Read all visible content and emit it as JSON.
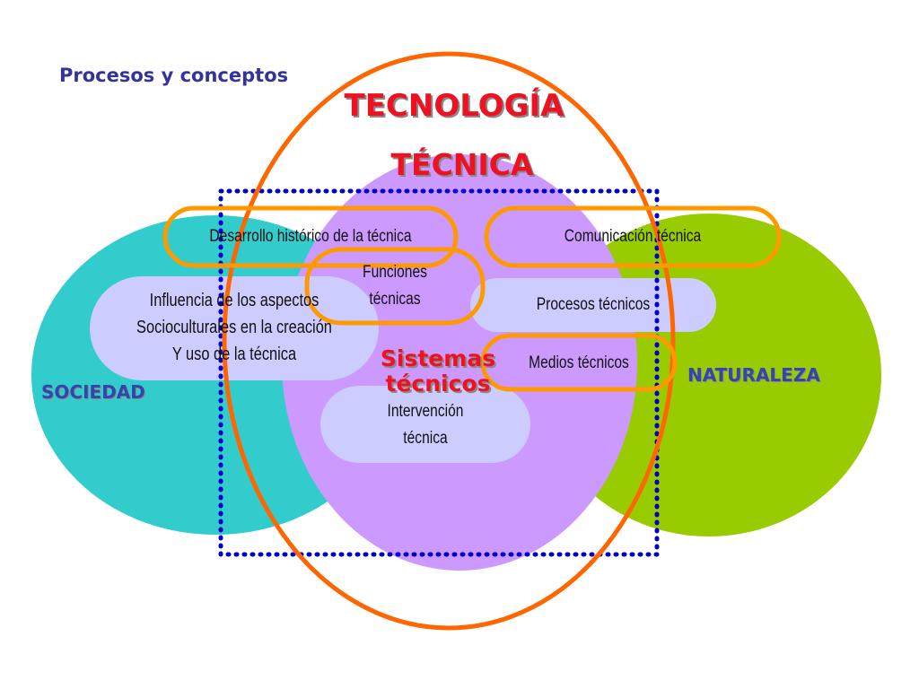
{
  "title": "Procesos y conceptos",
  "labels": {
    "tecnologia": "TECNOLOGÍA",
    "tecnica": "TÉCNICA",
    "sistemas_line1": "Sistemas",
    "sistemas_line2": "técnicos",
    "sociedad": "SOCIEDAD",
    "naturaleza": "NATURALEZA"
  },
  "items": {
    "desarrollo": "Desarrollo histórico de la técnica",
    "comunicacion": "Comunicación  técnica",
    "funciones_line1": "Funciones",
    "funciones_line2": "técnicas",
    "influencia_line1": "Influencia de los aspectos",
    "influencia_line2": "Socioculturales en la creación",
    "influencia_line3": "Y uso de la técnica",
    "procesos": "Procesos  técnicos",
    "medios": "Medios técnicos",
    "intervencion_line1": "Intervención",
    "intervencion_line2": "técnica"
  },
  "colors": {
    "sociedad": "#33cccc",
    "naturaleza": "#99cc00",
    "tecnica": "#cc99ff",
    "tecnologia_outline": "#ff6600",
    "highlight_outline": "#ff9900",
    "dotted_frame": "#0000cc",
    "pill_fill": "#ccccff"
  }
}
